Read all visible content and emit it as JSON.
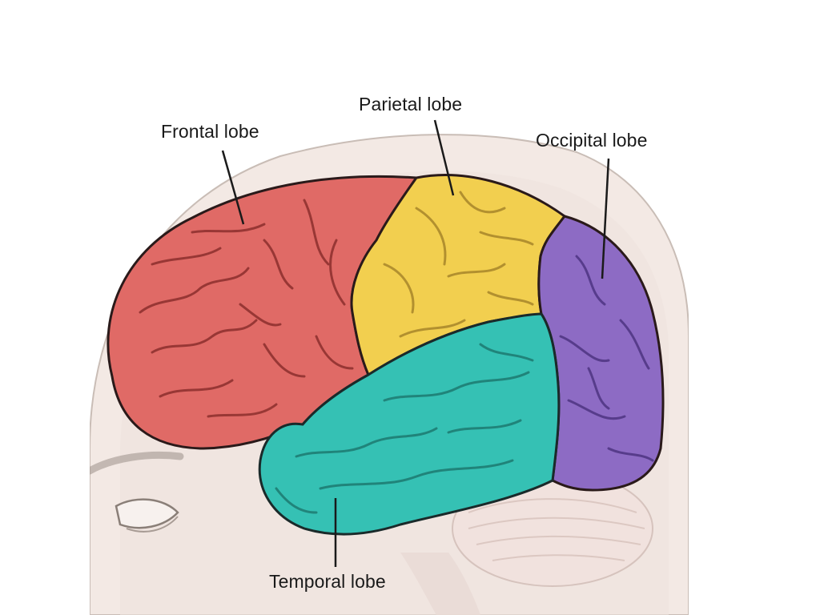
{
  "labels": {
    "frontal": "Frontal lobe",
    "parietal": "Parietal lobe",
    "occipital": "Occipital lobe",
    "temporal": "Temporal lobe"
  },
  "colors": {
    "background": "#ffffff",
    "head": "#f3e9e4",
    "frontal": "#e06a66",
    "parietal": "#f2cf4f",
    "occipital": "#8d6bc4",
    "temporal": "#35c1b4",
    "cerebellum": "#f1e2de"
  }
}
